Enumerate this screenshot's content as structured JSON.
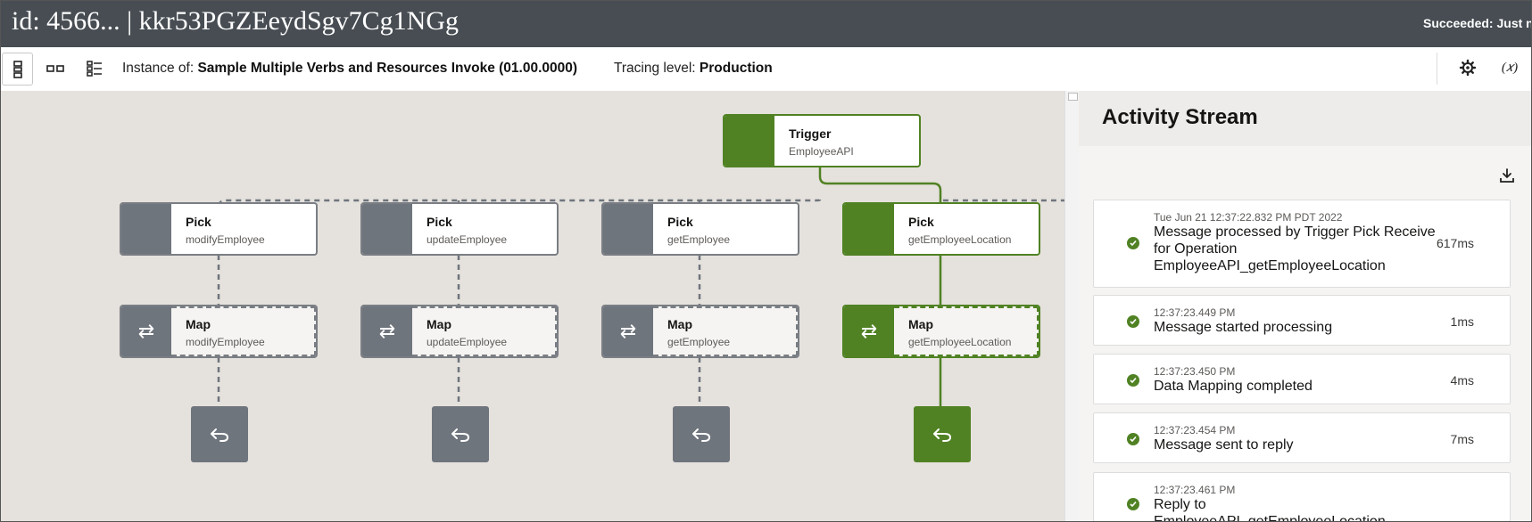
{
  "header": {
    "title": "id: 4566... | kkr53PGZEeydSgv7Cg1NGg",
    "status": "Succeeded: Just no"
  },
  "toolbar": {
    "instance_label": "Instance of:",
    "instance_value": "Sample Multiple Verbs and Resources Invoke (01.00.0000)",
    "tracing_label": "Tracing level:",
    "tracing_value": "Production",
    "view_icons": [
      "vertical-layout-icon",
      "horizontal-layout-icon",
      "list-view-icon"
    ],
    "right_icons": [
      "gear-icon",
      "variables-icon"
    ],
    "variables_label": "(𝑥)"
  },
  "flow": {
    "trigger": {
      "title": "Trigger",
      "subtitle": "EmployeeAPI"
    },
    "branches": [
      {
        "pick_title": "Pick",
        "pick_sub": "modifyEmployee",
        "map_title": "Map",
        "map_sub": "modifyEmployee",
        "executed": false
      },
      {
        "pick_title": "Pick",
        "pick_sub": "updateEmployee",
        "map_title": "Map",
        "map_sub": "updateEmployee",
        "executed": false
      },
      {
        "pick_title": "Pick",
        "pick_sub": "getEmployee",
        "map_title": "Map",
        "map_sub": "getEmployee",
        "executed": false
      },
      {
        "pick_title": "Pick",
        "pick_sub": "getEmployeeLocation",
        "map_title": "Map",
        "map_sub": "getEmployeeLocation",
        "executed": true
      }
    ],
    "colors": {
      "executed": "#508224",
      "pending": "#6f757d"
    }
  },
  "activity": {
    "title": "Activity Stream",
    "events": [
      {
        "timestamp": "Tue Jun 21 12:37:22.832 PM PDT 2022",
        "message": "Message processed by Trigger Pick Receive for Operation EmployeeAPI_getEmployeeLocation",
        "duration": "617ms"
      },
      {
        "timestamp": "12:37:23.449 PM",
        "message": "Message started processing",
        "duration": "1ms"
      },
      {
        "timestamp": "12:37:23.450 PM",
        "message": "Data Mapping completed",
        "duration": "4ms"
      },
      {
        "timestamp": "12:37:23.454 PM",
        "message": "Message sent to reply",
        "duration": "7ms"
      },
      {
        "timestamp": "12:37:23.461 PM",
        "message": "Reply to EmployeeAPI_getEmployeeLocation completed",
        "duration": ""
      }
    ]
  }
}
